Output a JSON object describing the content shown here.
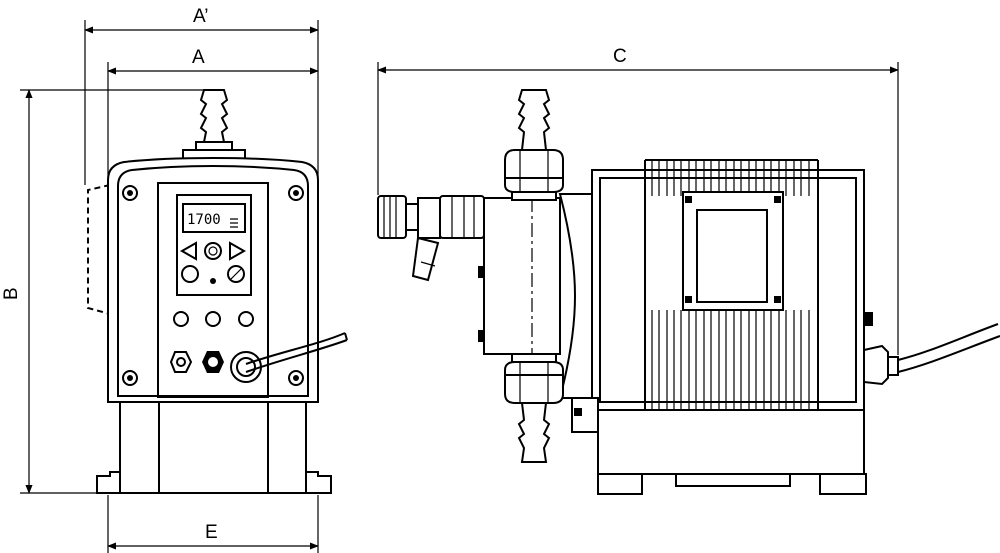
{
  "dimensions": {
    "a_prime": "A’",
    "a": "A",
    "b": "B",
    "c": "C",
    "e": "E"
  },
  "display": {
    "readout": "1700"
  }
}
